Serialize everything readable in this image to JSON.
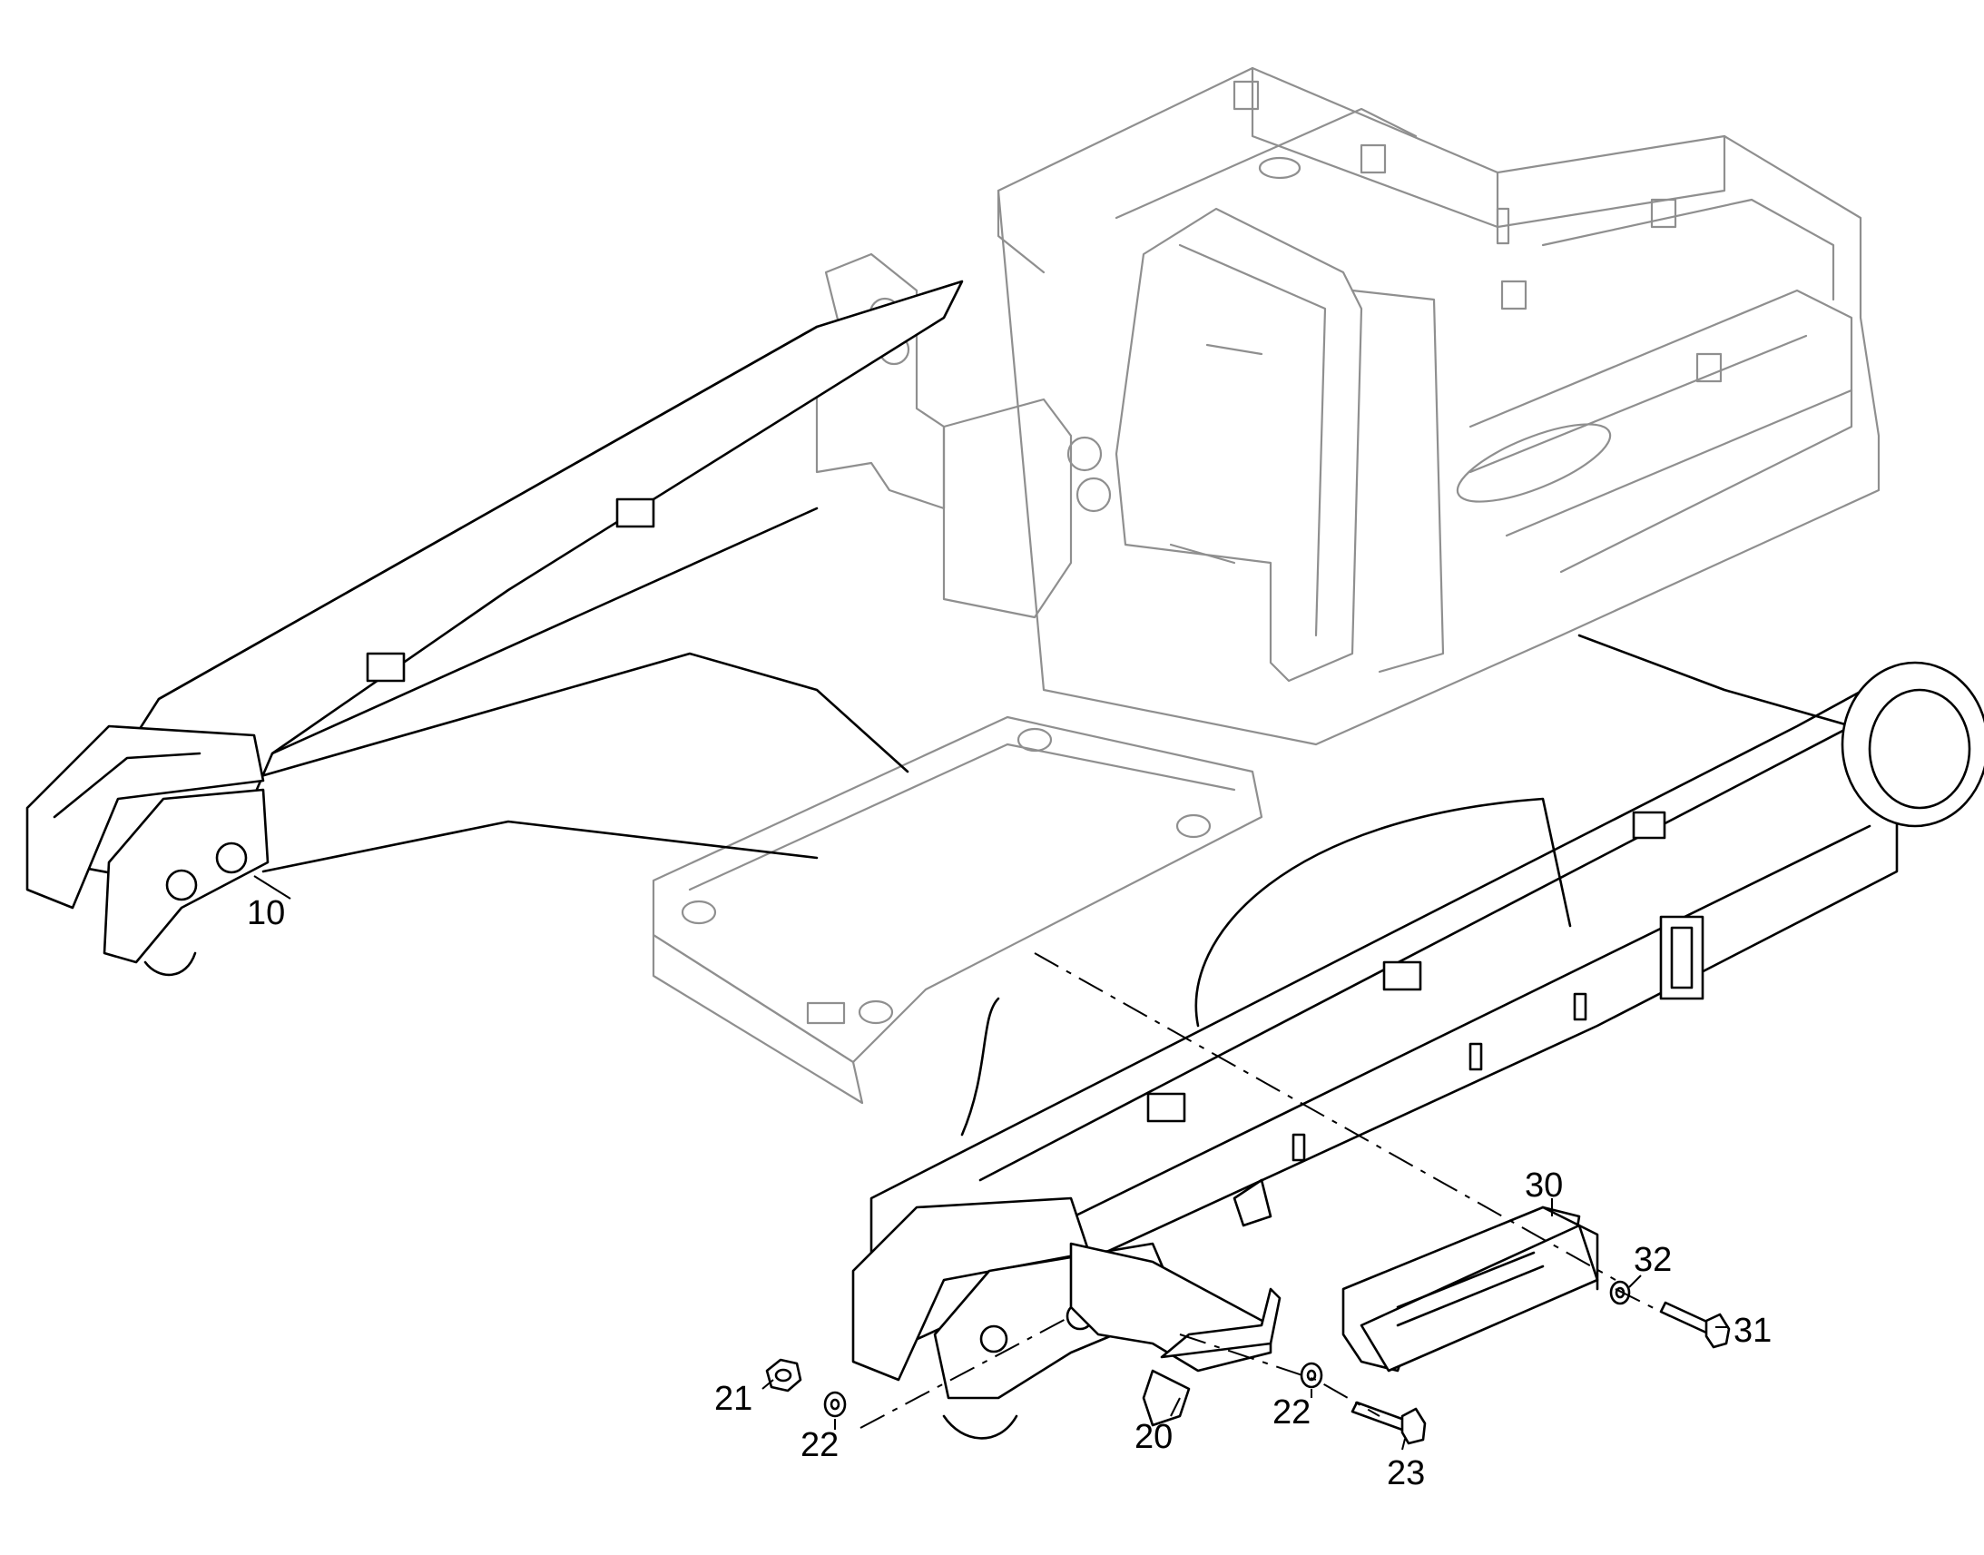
{
  "callouts": [
    {
      "id": "10",
      "label": "10"
    },
    {
      "id": "20",
      "label": "20"
    },
    {
      "id": "21",
      "label": "21"
    },
    {
      "id": "22a",
      "label": "22"
    },
    {
      "id": "22b",
      "label": "22"
    },
    {
      "id": "23",
      "label": "23"
    },
    {
      "id": "30",
      "label": "30"
    },
    {
      "id": "31",
      "label": "31"
    },
    {
      "id": "32",
      "label": "32"
    }
  ]
}
